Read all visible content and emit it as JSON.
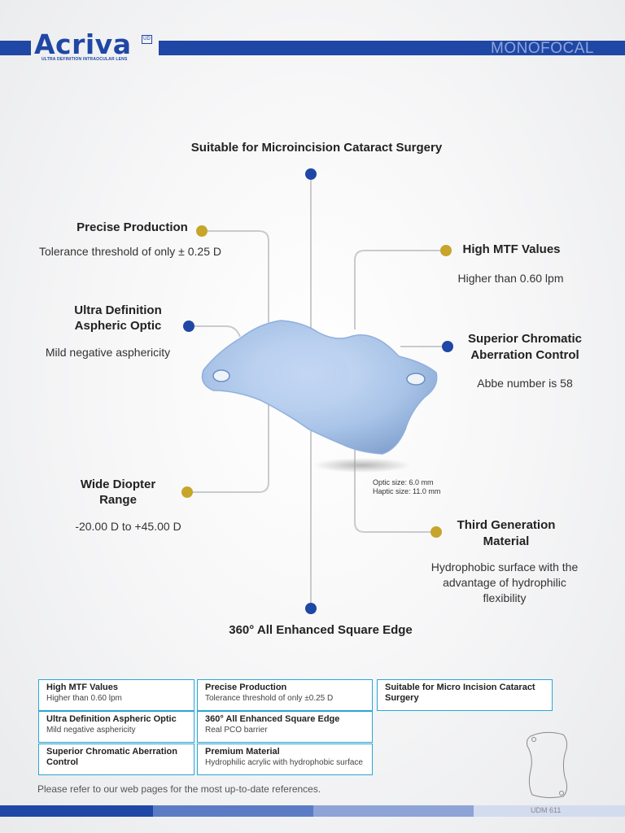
{
  "header": {
    "brand": "Acriva",
    "brand_mark": "UD",
    "tagline": "ULTRA DEFINITION INTRAOCULAR LENS",
    "category": "MONOFOCAL"
  },
  "features": {
    "top": {
      "title": "Suitable for Microincision Cataract Surgery"
    },
    "precise": {
      "title": "Precise Production",
      "desc": "Tolerance threshold of only ± 0.25 D"
    },
    "mtf": {
      "title": "High MTF Values",
      "desc": "Higher than 0.60 lpm"
    },
    "aspheric": {
      "title_l1": "Ultra Definition",
      "title_l2": "Aspheric Optic",
      "desc": "Mild negative asphericity"
    },
    "chromatic": {
      "title_l1": "Superior Chromatic",
      "title_l2": "Aberration Control",
      "desc": "Abbe number is 58"
    },
    "diopter": {
      "title_l1": "Wide Diopter",
      "title_l2": "Range",
      "desc": "-20.00 D to +45.00 D"
    },
    "material": {
      "title_l1": "Third Generation",
      "title_l2": "Material",
      "desc_l1": "Hydrophobic surface with the",
      "desc_l2": "advantage of hydrophilic",
      "desc_l3": "flexibility"
    },
    "edge": {
      "title": "360° All Enhanced Square Edge"
    }
  },
  "sizes": {
    "optic": "Optic size: 6.0 mm",
    "haptic": "Haptic size: 11.0 mm"
  },
  "boxes": [
    {
      "title": "High MTF Values",
      "desc": "Higher than 0.60 lpm"
    },
    {
      "title": "Precise Production",
      "desc": "Tolerance threshold of only ±0.25 D"
    },
    {
      "title": "Suitable for Micro Incision Cataract",
      "desc": "Surgery"
    },
    {
      "title": "Ultra Definition Aspheric Optic",
      "desc": "Mild negative asphericity"
    },
    {
      "title": "360° All Enhanced Square Edge",
      "desc": "Real PCO barrier"
    },
    {
      "title": "Superior Chromatic Aberration",
      "desc": "Control"
    },
    {
      "title": "Premium Material",
      "desc": "Hydrophilic acrylic with hydrophobic surface"
    }
  ],
  "footnote": "Please refer to our web pages for the most up-to-date references.",
  "code": "UDM 611",
  "colors": {
    "brand_blue": "#1f47a5",
    "gold": "#c7a52b",
    "box_border": "#2aa6d6",
    "lens": "#a9c4e8"
  },
  "icons": {
    "lens": "lens-image",
    "outline": "lens-outline-icon"
  }
}
